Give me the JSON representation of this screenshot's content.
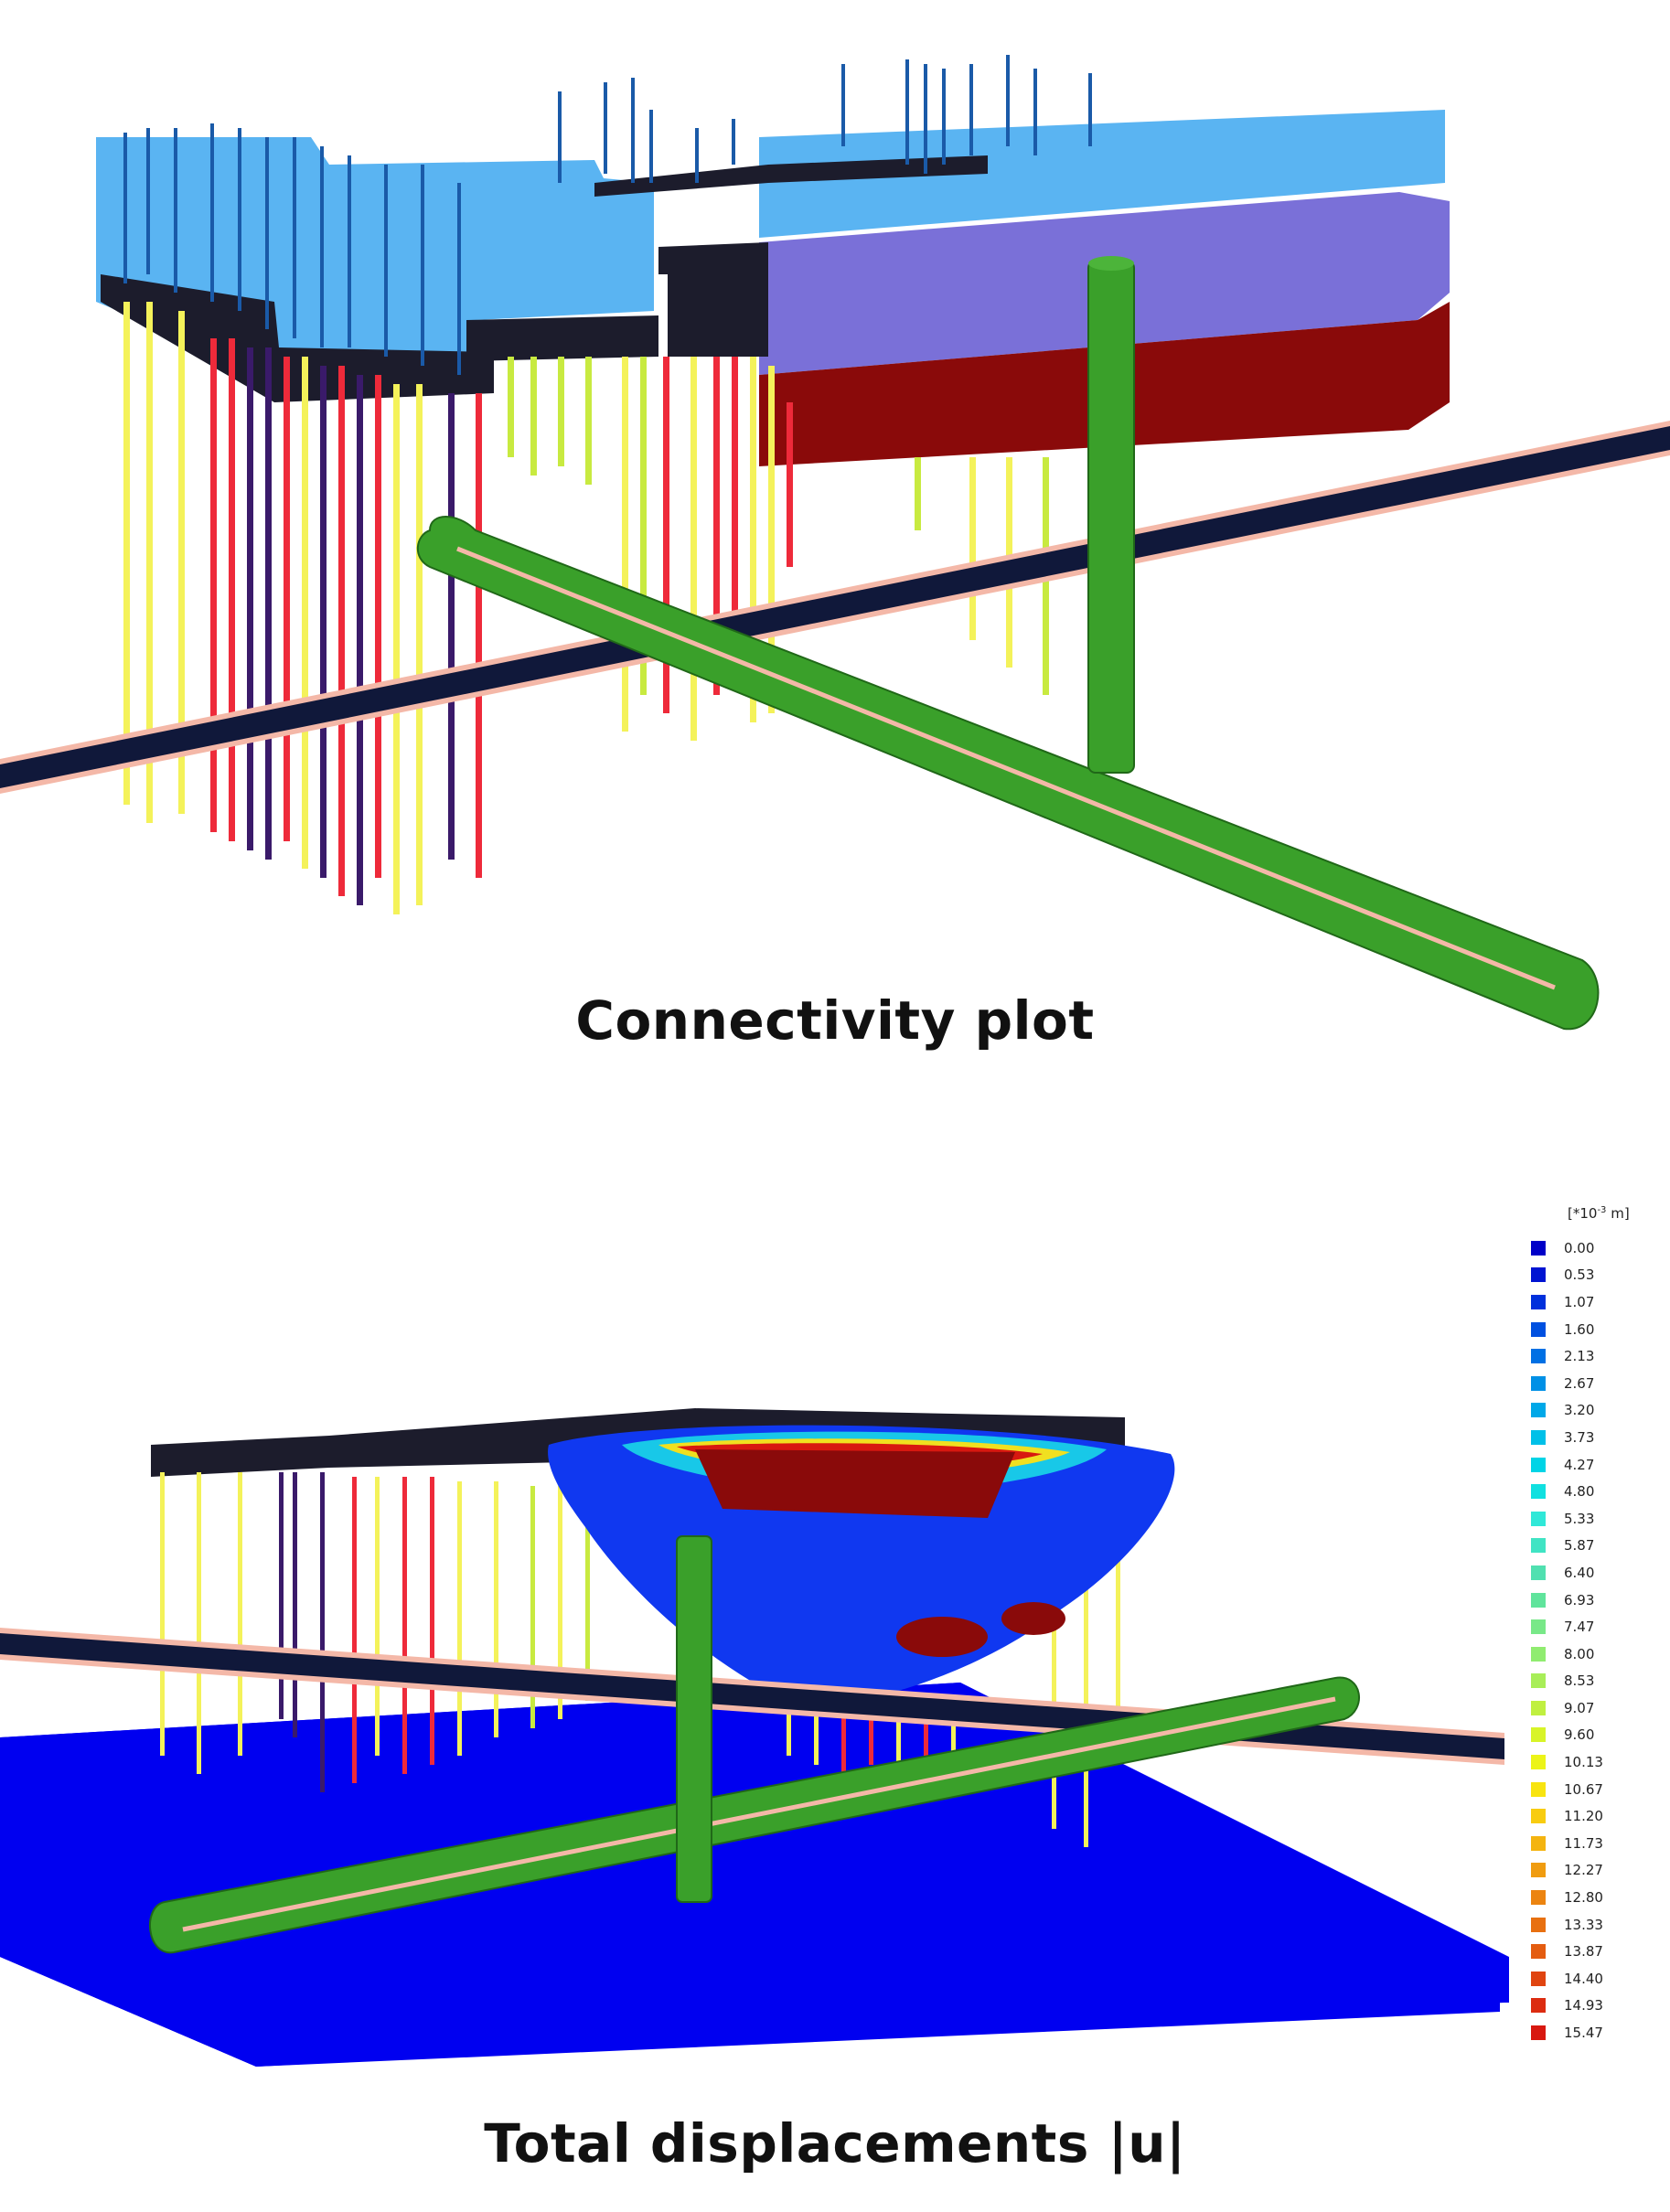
{
  "captions": {
    "top": "Connectivity plot",
    "bottom": "Total displacements |u|"
  },
  "legend": {
    "unit_prefix": "[*10",
    "unit_exp": "-3",
    "unit_suffix": " m]",
    "entries": [
      {
        "value": "0.00",
        "color": "#0000c8"
      },
      {
        "value": "0.53",
        "color": "#0014d2"
      },
      {
        "value": "1.07",
        "color": "#0030dc"
      },
      {
        "value": "1.60",
        "color": "#0050e0"
      },
      {
        "value": "2.13",
        "color": "#0070e4"
      },
      {
        "value": "2.67",
        "color": "#0090e6"
      },
      {
        "value": "3.20",
        "color": "#00a8e8"
      },
      {
        "value": "3.73",
        "color": "#00c0e8"
      },
      {
        "value": "4.27",
        "color": "#00d4e6"
      },
      {
        "value": "4.80",
        "color": "#10e0e0"
      },
      {
        "value": "5.33",
        "color": "#30e8d8"
      },
      {
        "value": "5.87",
        "color": "#40e4c4"
      },
      {
        "value": "6.40",
        "color": "#50e0b0"
      },
      {
        "value": "6.93",
        "color": "#60e49c"
      },
      {
        "value": "7.47",
        "color": "#78e888"
      },
      {
        "value": "8.00",
        "color": "#90ec70"
      },
      {
        "value": "8.53",
        "color": "#a8ee58"
      },
      {
        "value": "9.07",
        "color": "#c0f040"
      },
      {
        "value": "9.60",
        "color": "#d8f428"
      },
      {
        "value": "10.13",
        "color": "#ecf418"
      },
      {
        "value": "10.67",
        "color": "#f8e410"
      },
      {
        "value": "11.20",
        "color": "#f8cc10"
      },
      {
        "value": "11.73",
        "color": "#f4b410"
      },
      {
        "value": "12.27",
        "color": "#f09c10"
      },
      {
        "value": "12.80",
        "color": "#ec8410"
      },
      {
        "value": "13.33",
        "color": "#e87010"
      },
      {
        "value": "13.87",
        "color": "#e45c10"
      },
      {
        "value": "14.40",
        "color": "#e04410"
      },
      {
        "value": "14.93",
        "color": "#dc2c10"
      },
      {
        "value": "15.47",
        "color": "#d81810"
      }
    ]
  },
  "colors": {
    "soil_top": "#5ab4f2",
    "soil_mid": "#7a70d8",
    "soil_low": "#8a0a0a",
    "slab": "#1c1c2c",
    "tunnel": "#3aa02a",
    "pile_yellow": "#f4f25a",
    "pile_red": "#ee2a3a",
    "pile_purple": "#3a1a6a",
    "pile_lime": "#c8ea40",
    "ground_blue": "#0000f0",
    "rail": "#10183a",
    "rail_edge": "#f4b8a8"
  }
}
